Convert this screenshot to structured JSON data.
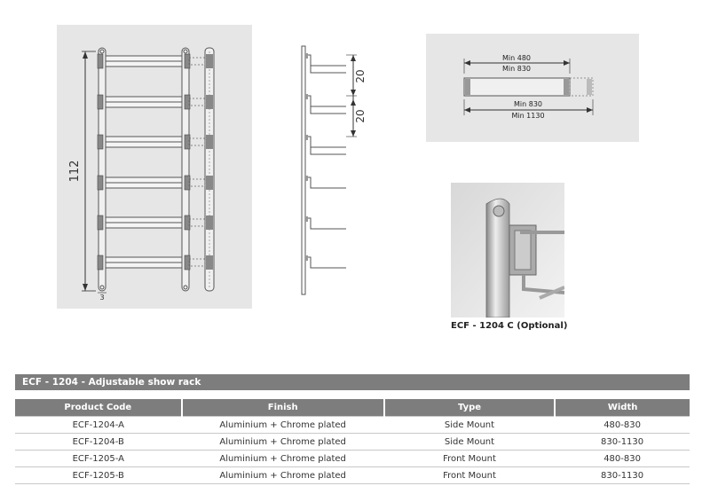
{
  "drawing": {
    "front_view": {
      "height_label": "112",
      "bottom_label": "3"
    },
    "side_view": {
      "spacing_label_1": "20",
      "spacing_label_2": "20"
    },
    "top_view": {
      "inner_min": "Min 480",
      "inner_max": "Min 830",
      "outer_min": "Min 830",
      "outer_max": "Min 1130"
    },
    "photo_caption": "ECF - 1204 C (Optional)"
  },
  "table": {
    "title": "ECF - 1204 - Adjustable show rack",
    "headers": [
      "Product Code",
      "Finish",
      "Type",
      "Width"
    ],
    "rows": [
      [
        "ECF-1204-A",
        "Aluminium + Chrome plated",
        "Side Mount",
        "480-830"
      ],
      [
        "ECF-1204-B",
        "Aluminium + Chrome plated",
        "Side Mount",
        "830-1130"
      ],
      [
        "ECF-1205-A",
        "Aluminium + Chrome plated",
        "Front Mount",
        "480-830"
      ],
      [
        "ECF-1205-B",
        "Aluminium + Chrome plated",
        "Front Mount",
        "830-1130"
      ]
    ]
  }
}
